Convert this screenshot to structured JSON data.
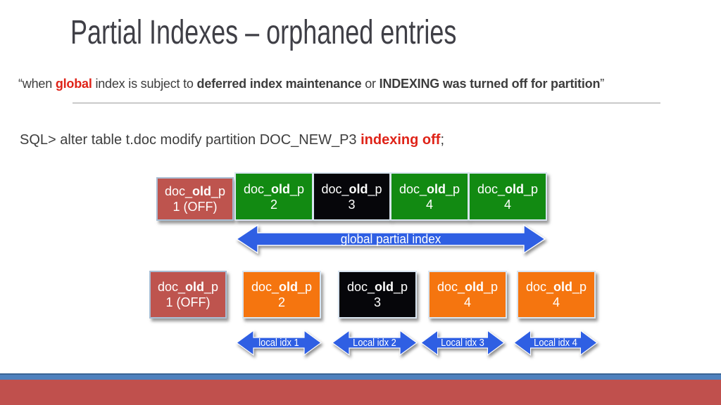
{
  "title": "Partial Indexes – orphaned entries",
  "quote": {
    "open": "“when ",
    "em1": "global",
    "seg1": " index is subject to ",
    "em2": "deferred index maintenance",
    "seg2": " or ",
    "em3": "INDEXING was turned off for partition",
    "close": "”"
  },
  "sql": {
    "prompt": "SQL> alter table t.doc modify partition DOC_NEW_P3 ",
    "em": "indexing off",
    "end": ";"
  },
  "global_index_row": {
    "partitions": [
      {
        "pre": "doc_",
        "bold": "old",
        "post": "_p",
        "line2": "1 (OFF)",
        "state": "indexing-off-partition"
      },
      {
        "pre": "doc_",
        "bold": "old",
        "post": "_p",
        "line2": "2",
        "state": "indexed"
      },
      {
        "pre": "doc_",
        "bold": "old",
        "post": "_p",
        "line2": "3",
        "state": "orphaned"
      },
      {
        "pre": "doc_",
        "bold": "old",
        "post": "_p",
        "line2": "4",
        "state": "indexed"
      },
      {
        "pre": "doc_",
        "bold": "old",
        "post": "_p",
        "line2": "4",
        "state": "indexed"
      }
    ],
    "arrow_label": "global partial index"
  },
  "local_index_row": {
    "partitions": [
      {
        "pre": "doc_",
        "bold": "old",
        "post": "_p",
        "line2": "1 (OFF)",
        "state": "indexing-off-partition"
      },
      {
        "pre": "doc_",
        "bold": "old",
        "post": "_p",
        "line2": "2",
        "state": "indexed"
      },
      {
        "pre": "doc_",
        "bold": "old",
        "post": "_p",
        "line2": "3",
        "state": "orphaned"
      },
      {
        "pre": "doc_",
        "bold": "old",
        "post": "_p",
        "line2": "4",
        "state": "indexed"
      },
      {
        "pre": "doc_",
        "bold": "old",
        "post": "_p",
        "line2": "4",
        "state": "indexed"
      }
    ],
    "arrow_labels": [
      "local idx 1",
      "Local idx 2",
      "Local idx 3",
      "Local idx 4"
    ]
  },
  "colors": {
    "partition_off_red": "#BE544E",
    "partition_green": "#128A12",
    "partition_black": "#06060A",
    "partition_orange": "#F5750F",
    "arrow_blue": "#2F5FE3",
    "accent_red": "#DF2318",
    "title_gray": "#3F3F46",
    "footer_blue": "#4F81BD",
    "footer_red": "#C0504D"
  }
}
